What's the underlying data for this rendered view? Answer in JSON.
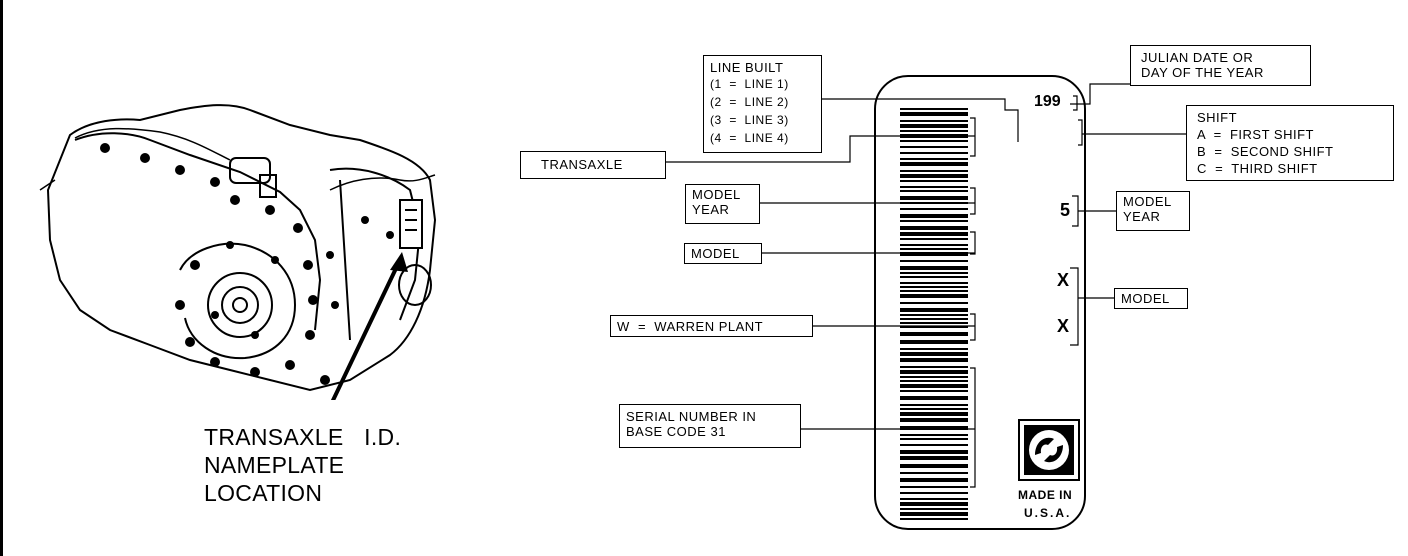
{
  "photo": {
    "caption_line1": "TRANSAXLE",
    "caption_line1_suffix": "I.D.",
    "caption_line2": "NAMEPLATE",
    "caption_line3": "LOCATION"
  },
  "nameplate": {
    "julian_digits": "199",
    "model_year_char": "5",
    "model_char_1": "X",
    "model_char_2": "X",
    "made_in_line1": "MADE IN",
    "made_in_line2": "U.S.A."
  },
  "callouts": {
    "line_built": [
      "LINE BUILT",
      "(1  =  LINE 1)",
      "(2  =  LINE 2)",
      "(3  =  LINE 3)",
      "(4  =  LINE 4)"
    ],
    "transaxle": "TRANSAXLE",
    "model_year_left": [
      "MODEL",
      "YEAR"
    ],
    "model_left": "MODEL",
    "warren_plant": "W  =  WARREN PLANT",
    "serial_number": [
      "SERIAL NUMBER IN",
      "BASE CODE 31"
    ],
    "julian_date": [
      "JULIAN DATE OR",
      "DAY OF THE YEAR"
    ],
    "shift": [
      "SHIFT",
      "A  =  FIRST SHIFT",
      "B  =  SECOND SHIFT",
      "C  =  THIRD SHIFT"
    ],
    "model_year_right": [
      "MODEL",
      "YEAR"
    ],
    "model_right": "MODEL"
  }
}
